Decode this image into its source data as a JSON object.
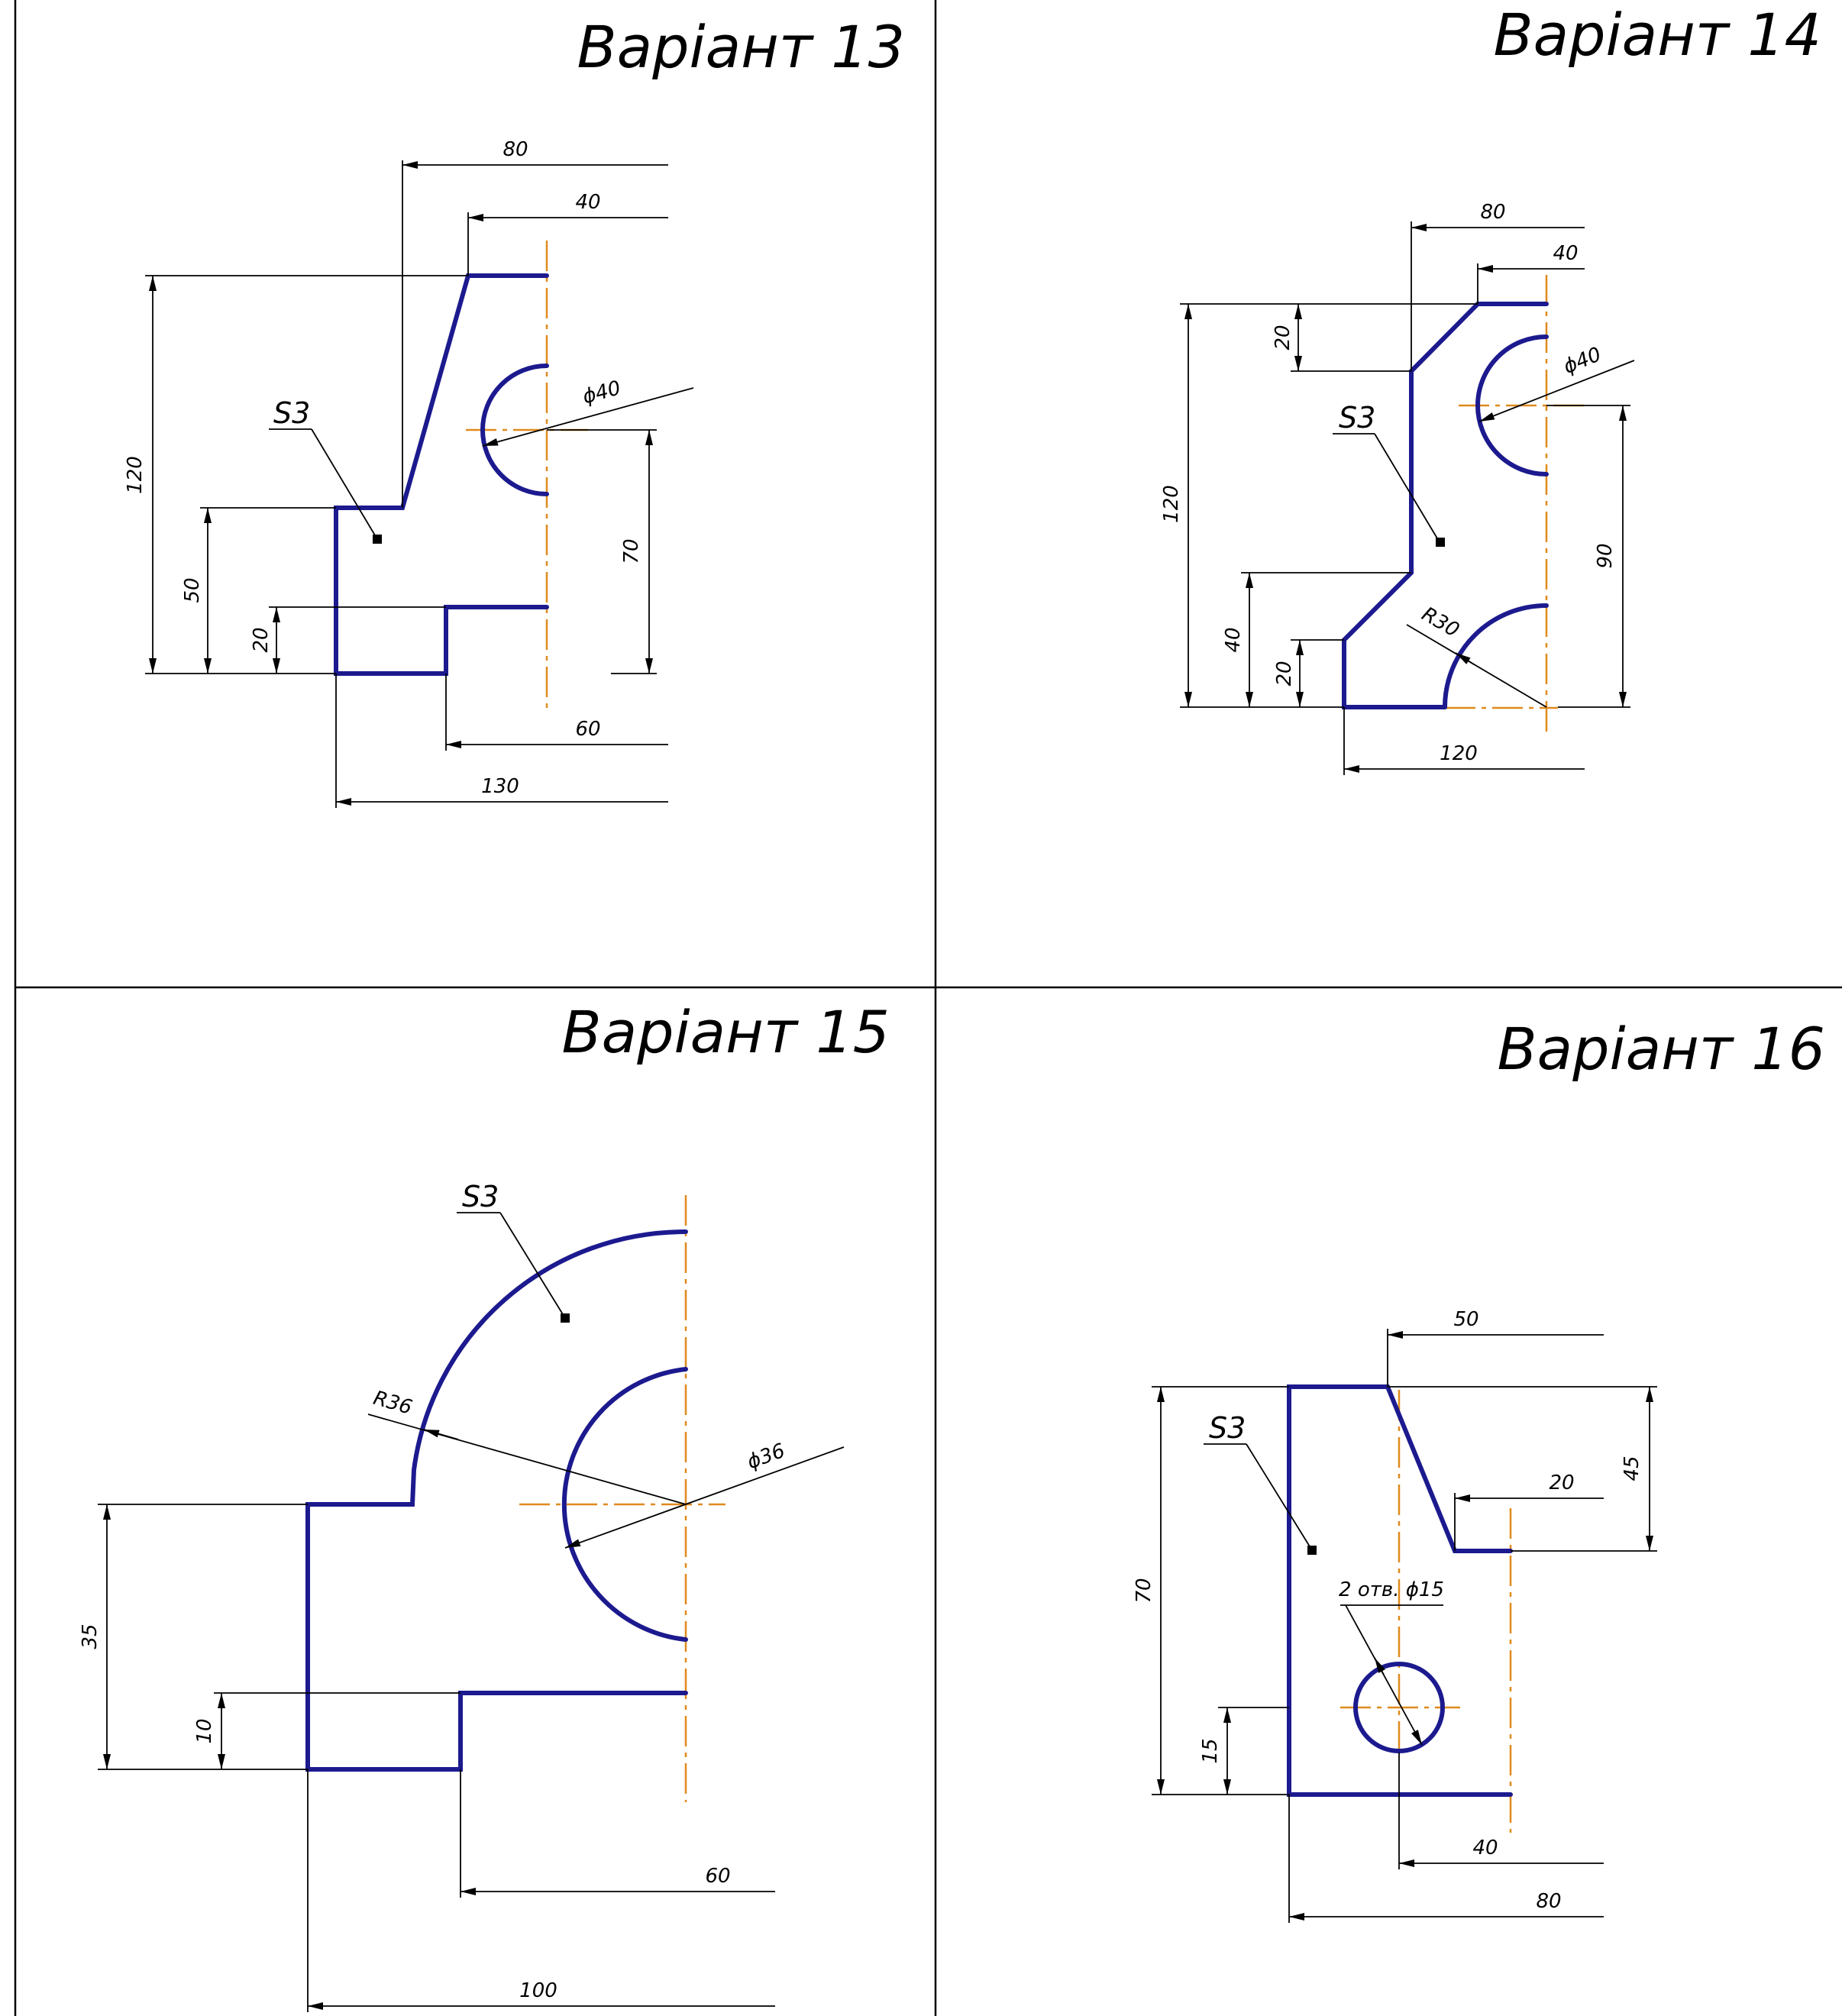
{
  "sheet": {
    "colors": {
      "contour": "#1c1a8e",
      "axis": "#e08a1e",
      "lines": "#000000"
    }
  },
  "variants": [
    {
      "title": "Варіант 13",
      "label": "S3",
      "dims": {
        "d80": "80",
        "d40": "40",
        "d120": "120",
        "d50": "50",
        "d20": "20",
        "d70": "70",
        "d60": "60",
        "d130": "130",
        "phi": "ϕ40"
      }
    },
    {
      "title": "Варіант 14",
      "label": "S3",
      "dims": {
        "d80": "80",
        "d40": "40",
        "d20a": "20",
        "d120": "120",
        "d40b": "40",
        "d20b": "20",
        "d90": "90",
        "r30": "R30",
        "d120b": "120",
        "phi": "ϕ40"
      }
    },
    {
      "title": "Варіант 15",
      "label": "S3",
      "dims": {
        "r36": "R36",
        "phi": "ϕ36",
        "d35": "35",
        "d10": "10",
        "d60": "60",
        "d100": "100"
      }
    },
    {
      "title": "Варіант 16",
      "label": "S3",
      "dims": {
        "d50": "50",
        "d45": "45",
        "d20": "20",
        "d70": "70",
        "holes": "2 отв. ϕ15",
        "d15": "15",
        "d40": "40",
        "d80": "80"
      }
    }
  ]
}
